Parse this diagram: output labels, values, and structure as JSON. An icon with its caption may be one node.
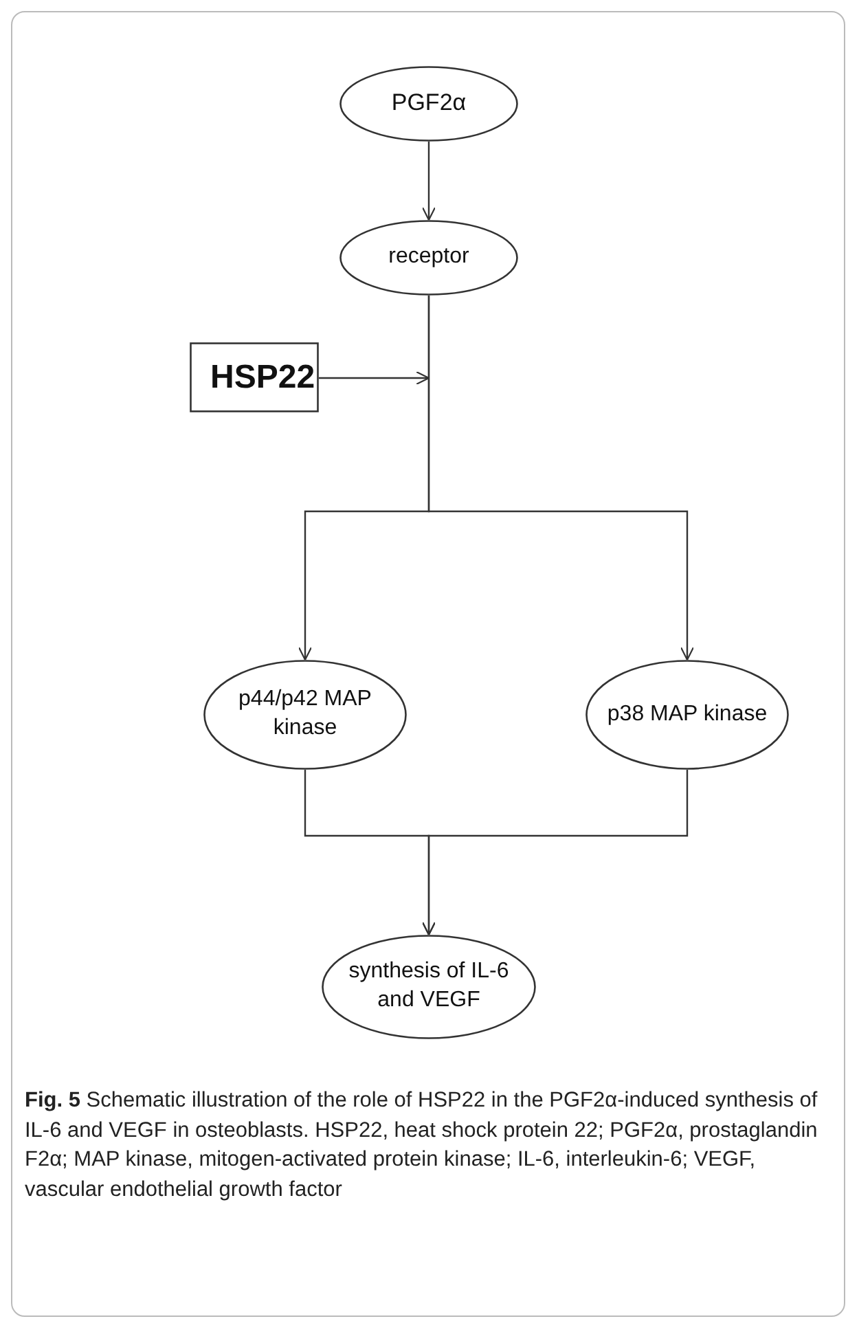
{
  "diagram": {
    "caption": "**Fig. 5** Schematic illustration of the role of HSP22 in the PGF2α-induced synthesis of IL-6 and VEGF in osteoblasts. HSP22, heat shock protein 22; PGF2α, prostaglandin F2α; MAP kinase, mitogen-activated protein kinase; IL-6, interleukin-6; VEGF, vascular endothelial growth factor",
    "nodes": [
      {
        "text": [
          "PGF2α"
        ]
      },
      {
        "text": [
          "receptor"
        ]
      },
      {
        "text": [
          "HSP22"
        ]
      },
      {
        "text": [
          "p44/p42 MAP kinase"
        ]
      },
      {
        "text": [
          "p38 MAP kinase"
        ]
      },
      {
        "text": [
          "synthesis of IL-6 and VEGF"
        ]
      }
    ],
    "edges": [
      {
        "from": 0,
        "to": 1,
        "arrow": "to"
      },
      {
        "from": 1,
        "to": 3,
        "arrow": "to"
      },
      {
        "from": 1,
        "to": 4,
        "arrow": "to"
      },
      {
        "from": 2,
        "to": null,
        "arrow": "to"
      },
      {
        "from": 3,
        "to": 5,
        "arrow": "to"
      },
      {
        "from": 4,
        "to": 5,
        "arrow": "to"
      }
    ]
  }
}
